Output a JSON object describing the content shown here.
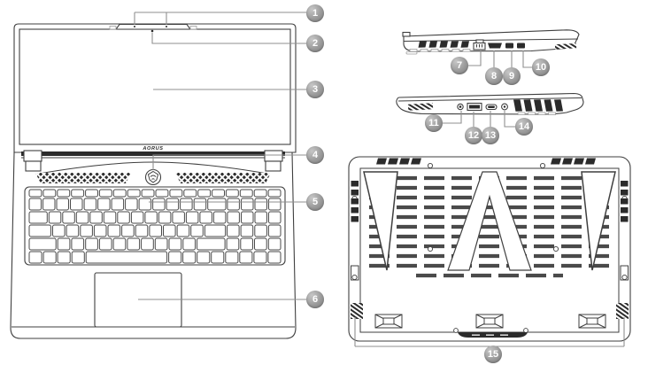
{
  "brand": {
    "logo_text": "AORUS"
  },
  "callouts": [
    {
      "number": "1"
    },
    {
      "number": "2"
    },
    {
      "number": "3"
    },
    {
      "number": "4"
    },
    {
      "number": "5"
    },
    {
      "number": "6"
    },
    {
      "number": "7"
    },
    {
      "number": "8"
    },
    {
      "number": "9"
    },
    {
      "number": "10"
    },
    {
      "number": "11"
    },
    {
      "number": "12"
    },
    {
      "number": "13"
    },
    {
      "number": "14"
    },
    {
      "number": "15"
    }
  ],
  "colors": {
    "background": "#ffffff",
    "line": "#3f3f3f",
    "ink": "#2b2b2b",
    "leader": "#8f8f8f",
    "badge": "#9a9a9a",
    "badge_text": "#ffffff",
    "light_detail": "#9c9c9c"
  }
}
